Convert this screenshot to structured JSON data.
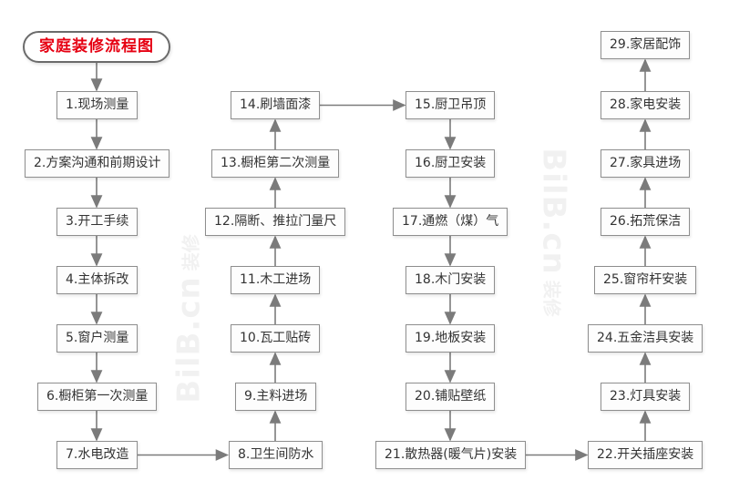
{
  "title": {
    "label": "家庭装修流程图",
    "text_color": "#e60012"
  },
  "watermarks": {
    "left": {
      "text": "BilB.cn",
      "subtext": "装修"
    },
    "right": {
      "text": "BilB.cn",
      "subtext": "装修"
    }
  },
  "colors": {
    "box_border": "#8e8e8e",
    "box_background": "#fdfdfd",
    "arrow": "#7b7b7b",
    "node_text": "#333333",
    "title_red": "#e60012"
  },
  "flow": {
    "nodes": [
      {
        "id": "title",
        "label": "家庭装修流程图",
        "col": 0,
        "row": 0,
        "shape": "pill"
      },
      {
        "id": "n1",
        "label": "1.现场测量",
        "col": 0,
        "row": 1
      },
      {
        "id": "n2",
        "label": "2.方案沟通和前期设计",
        "col": 0,
        "row": 2
      },
      {
        "id": "n3",
        "label": "3.开工手续",
        "col": 0,
        "row": 3
      },
      {
        "id": "n4",
        "label": "4.主体拆改",
        "col": 0,
        "row": 4
      },
      {
        "id": "n5",
        "label": "5.窗户测量",
        "col": 0,
        "row": 5
      },
      {
        "id": "n6",
        "label": "6.橱柜第一次测量",
        "col": 0,
        "row": 6
      },
      {
        "id": "n7",
        "label": "7.水电改造",
        "col": 0,
        "row": 7
      },
      {
        "id": "n8",
        "label": "8.卫生间防水",
        "col": 1,
        "row": 7
      },
      {
        "id": "n9",
        "label": "9.主料进场",
        "col": 1,
        "row": 6
      },
      {
        "id": "n10",
        "label": "10.瓦工贴砖",
        "col": 1,
        "row": 5
      },
      {
        "id": "n11",
        "label": "11.木工进场",
        "col": 1,
        "row": 4
      },
      {
        "id": "n12",
        "label": "12.隔断、推拉门量尺",
        "col": 1,
        "row": 3
      },
      {
        "id": "n13",
        "label": "13.橱柜第二次测量",
        "col": 1,
        "row": 2
      },
      {
        "id": "n14",
        "label": "14.刷墙面漆",
        "col": 1,
        "row": 1
      },
      {
        "id": "n15",
        "label": "15.厨卫吊顶",
        "col": 2,
        "row": 1
      },
      {
        "id": "n16",
        "label": "16.厨卫安装",
        "col": 2,
        "row": 2
      },
      {
        "id": "n17",
        "label": "17.通燃（煤）气",
        "col": 2,
        "row": 3
      },
      {
        "id": "n18",
        "label": "18.木门安装",
        "col": 2,
        "row": 4
      },
      {
        "id": "n19",
        "label": "19.地板安装",
        "col": 2,
        "row": 5
      },
      {
        "id": "n20",
        "label": "20.铺贴壁纸",
        "col": 2,
        "row": 6
      },
      {
        "id": "n21",
        "label": "21.散热器(暖气片)安装",
        "col": 2,
        "row": 7
      },
      {
        "id": "n22",
        "label": "22.开关插座安装",
        "col": 3,
        "row": 7
      },
      {
        "id": "n23",
        "label": "23.灯具安装",
        "col": 3,
        "row": 6
      },
      {
        "id": "n24",
        "label": "24.五金洁具安装",
        "col": 3,
        "row": 5
      },
      {
        "id": "n25",
        "label": "25.窗帘杆安装",
        "col": 3,
        "row": 4
      },
      {
        "id": "n26",
        "label": "26.拓荒保洁",
        "col": 3,
        "row": 3
      },
      {
        "id": "n27",
        "label": "27.家具进场",
        "col": 3,
        "row": 2
      },
      {
        "id": "n28",
        "label": "28.家电安装",
        "col": 3,
        "row": 1
      },
      {
        "id": "n29",
        "label": "29.家居配饰",
        "col": 3,
        "row": 0
      }
    ],
    "edges": [
      [
        "title",
        "n1"
      ],
      [
        "n1",
        "n2"
      ],
      [
        "n2",
        "n3"
      ],
      [
        "n3",
        "n4"
      ],
      [
        "n4",
        "n5"
      ],
      [
        "n5",
        "n6"
      ],
      [
        "n6",
        "n7"
      ],
      [
        "n7",
        "n8"
      ],
      [
        "n8",
        "n9"
      ],
      [
        "n9",
        "n10"
      ],
      [
        "n10",
        "n11"
      ],
      [
        "n11",
        "n12"
      ],
      [
        "n12",
        "n13"
      ],
      [
        "n13",
        "n14"
      ],
      [
        "n14",
        "n15"
      ],
      [
        "n15",
        "n16"
      ],
      [
        "n16",
        "n17"
      ],
      [
        "n17",
        "n18"
      ],
      [
        "n18",
        "n19"
      ],
      [
        "n19",
        "n20"
      ],
      [
        "n20",
        "n21"
      ],
      [
        "n21",
        "n22"
      ],
      [
        "n22",
        "n23"
      ],
      [
        "n23",
        "n24"
      ],
      [
        "n24",
        "n25"
      ],
      [
        "n25",
        "n26"
      ],
      [
        "n26",
        "n27"
      ],
      [
        "n27",
        "n28"
      ],
      [
        "n28",
        "n29"
      ]
    ]
  }
}
